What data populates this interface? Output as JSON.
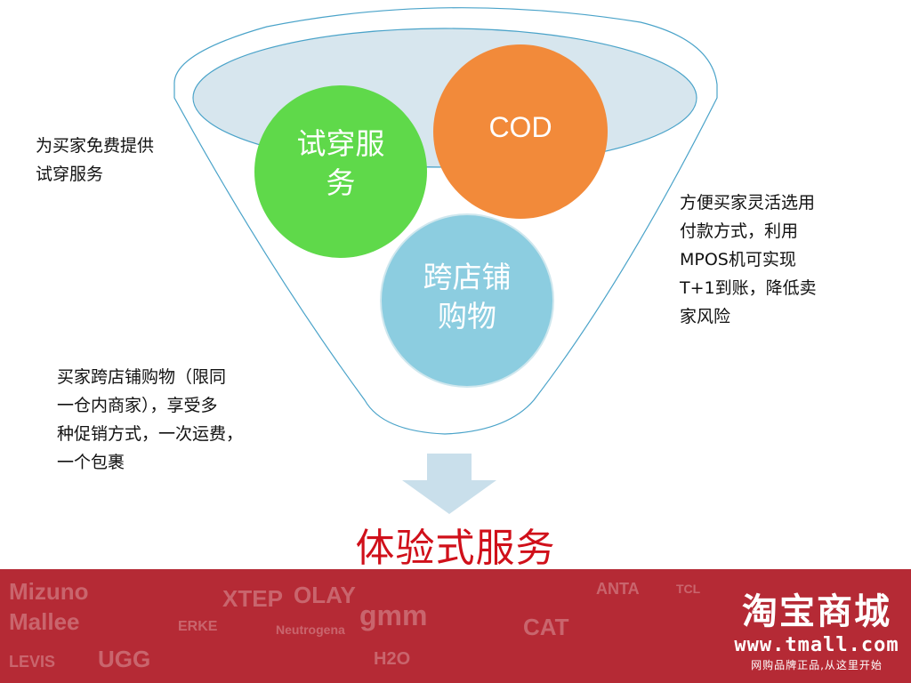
{
  "notes": {
    "left_top": [
      "为买家免费提供",
      "试穿服务"
    ],
    "right": [
      "方便买家灵活选用",
      "付款方式，利用",
      "MPOS机可实现",
      "T+1到账，降低卖",
      "家风险"
    ],
    "left_bottom": [
      "买家跨店铺购物（限同",
      "一仓内商家），享受多",
      "种促销方式，一次运费，",
      "一个包裹"
    ]
  },
  "circles": {
    "try_on": {
      "lines": [
        "试穿服",
        "务"
      ],
      "color": "#5fd94a"
    },
    "cod": {
      "lines": [
        "COD"
      ],
      "color": "#f28a3a"
    },
    "cross_store": {
      "lines": [
        "跨店铺",
        "购物"
      ],
      "color": "#8ccde0"
    }
  },
  "title": "体验式服务",
  "footer": {
    "brands": [
      "Mizuno",
      "OLAY",
      "Mallee",
      "ERKE",
      "Neutrogena",
      "UGG",
      "CAT",
      "ANTA",
      "TCL",
      "H2O",
      "LEVIS",
      "XTEP",
      "gmm"
    ],
    "logo_name": "淘宝商城",
    "logo_url": "www.tmall.com",
    "logo_slogan": "网购品牌正品,从这里开始"
  },
  "colors": {
    "funnel_outline": "#4aa3c9",
    "funnel_top_fill": "#d7e6ee",
    "arrow": "#c9dfeb",
    "title": "#d0101a",
    "footer_bg": "#b52a35"
  }
}
